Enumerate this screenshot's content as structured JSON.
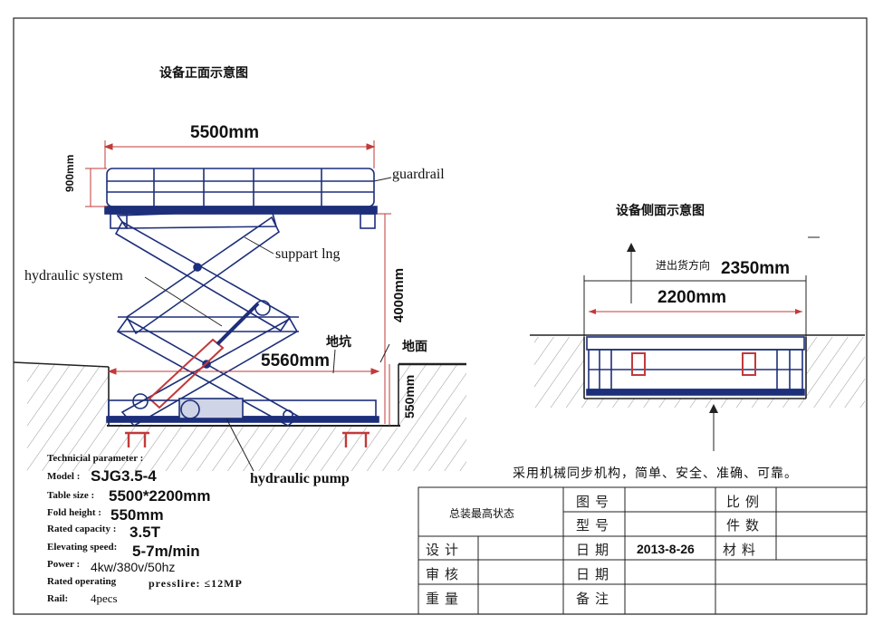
{
  "front_view": {
    "title": "设备正面示意图",
    "width_dim": "5500mm",
    "guardrail_height": "900mm",
    "lift_height": "4000mm",
    "base_length": "5560mm",
    "pit_depth": "550mm",
    "labels": {
      "guardrail": "guardrail",
      "support_leg": "suppart lng",
      "hydraulic_system": "hydraulic system",
      "pit": "地坑",
      "ground": "地面",
      "hydraulic_pump": "hydraulic  pump"
    }
  },
  "side_view": {
    "title": "设备侧面示意图",
    "direction_label": "进出货方向",
    "outer_width": "2350mm",
    "inner_width": "2200mm"
  },
  "note": "采用机械同步机构，简单、安全、准确、可靠。",
  "tech": {
    "heading": "Technicial parameter :",
    "rows": [
      {
        "key": "Model :",
        "value": "SJG3.5-4"
      },
      {
        "key": "Table size :",
        "value": "5500*2200mm"
      },
      {
        "key": "Fold height :",
        "value": "550mm"
      },
      {
        "key": "Rated capacity :",
        "value": "3.5T"
      },
      {
        "key": "Elevating speed:",
        "value": "5-7m/min"
      },
      {
        "key": "Power :",
        "value": "4kw/380v/50hz"
      },
      {
        "key": "Rated operating",
        "value": "presslire: ≤12MP"
      },
      {
        "key": "Rail:",
        "value": "4pecs"
      }
    ]
  },
  "title_block": {
    "main": "总装最高状态",
    "tuhao": "图号",
    "xinghao": "型号",
    "bili": "比例",
    "jianshu": "件数",
    "sheji": "设计",
    "shenhe": "审核",
    "zhongliang": "重量",
    "riqi1": "日期",
    "riqi2": "日期",
    "date_value": "2013-8-26",
    "cailiao": "材料",
    "beizhu": "备注"
  },
  "colors": {
    "line": "#1d2f7a",
    "dim": "#c23a3a",
    "ink": "#111111"
  }
}
